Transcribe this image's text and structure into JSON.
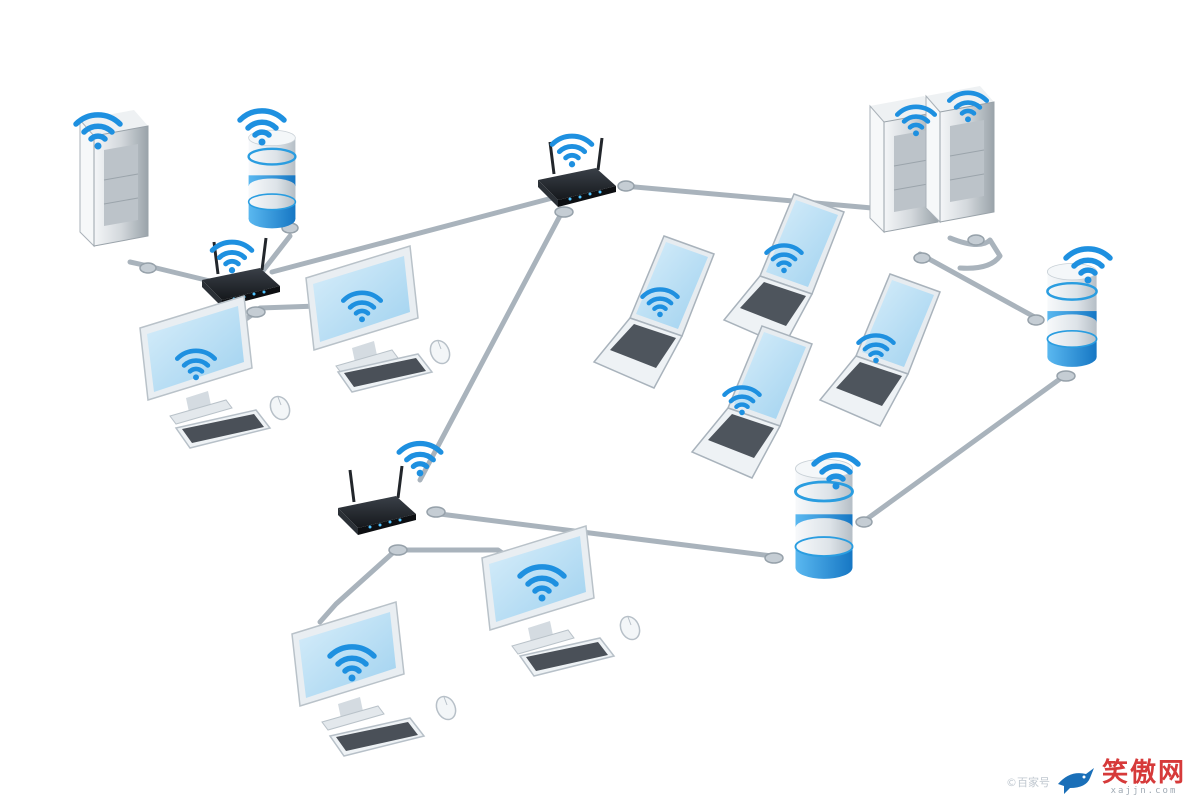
{
  "colors": {
    "cable": "#a9b3bc",
    "wifi": "#1e90e0",
    "screen": "#bfe2f6",
    "device_body": "#eef2f5",
    "router_body": "#23272c",
    "tower_gray": "#cfd4d8",
    "drum_blue": "#2a9de0"
  },
  "icons": {
    "wifi": "wifi-icon",
    "router": "router-icon",
    "server": "server-icon",
    "database": "database-icon",
    "desktop": "desktop-computer-icon",
    "laptop": "laptop-icon",
    "mouse": "mouse-icon",
    "keyboard": "keyboard-icon"
  },
  "watermark": {
    "source_text": "©百家号",
    "brand_text": "笑傲网",
    "url_text": "xajjn.com"
  }
}
